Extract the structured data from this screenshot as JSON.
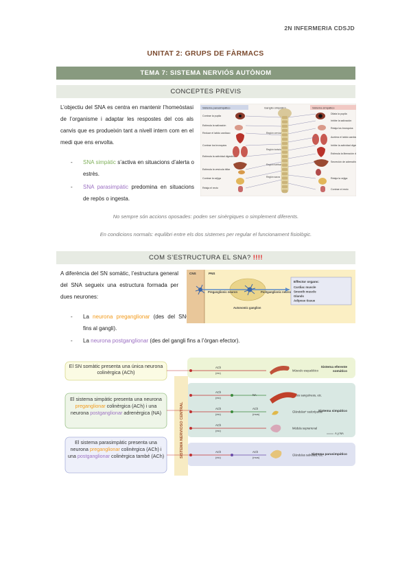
{
  "header": {
    "course": "2N INFERMERIA CDSJD"
  },
  "unit_title": "UNITAT 2: GRUPS DE FÀRMACS",
  "topic_band": "TEMA 7: SISTEMA NERVIÓS AUTÒNOM",
  "section1": {
    "title": "CONCEPTES PREVIS",
    "intro": "L’objectiu del SNA es centra en mantenir l’homeòstasi de l’organisme i adaptar les respostes del cos als canvis que es produeixin tant a nivell intern com en el medi que ens envolta.",
    "bullet1_term": "SNA simpàtic",
    "bullet1_rest": " s’activa en situacions d’alerta o estrès.",
    "bullet2_term": "SNA parasimpàtic",
    "bullet2_rest": " predomina en situacions de repòs o ingesta.",
    "note1": "No sempre són accions oposades: poden ser sinèrgiques o simplement diferents.",
    "note2": "En condicions normals: equilibri entre els dos sistemes per regular el funcionament fisiològic."
  },
  "figure1": {
    "left_title": "Sistema parasimpático",
    "mid_title": "Ganglio simpático",
    "right_title": "Sistema simpático",
    "left_labels": [
      "Contrae la pupila",
      "Estimula la salivación",
      "Reduce el latido cardíaco",
      "Contrae los bronquios",
      "Estimula la actividad digestiva",
      "Estimula la vesícula biliar",
      "Contrae la vejiga",
      "Relaja el recto"
    ],
    "right_labels": [
      "Dilata la pupila",
      "Inhibe la salivación",
      "Relaja los bronquios",
      "Acelera el latido cardíaco",
      "Inhibe la actividad digestiva",
      "Estimula la liberación de glucosa por el hígado",
      "Secreción de adrenalina y noradrenalina por el riñón",
      "Relaja la vejiga",
      "Contrae el recto"
    ],
    "mid_labels": [
      "Región cervical",
      "Región torácica",
      "Región lumbar",
      "Región sacra"
    ]
  },
  "section2": {
    "title": "COM S’ESTRUCTURA EL SNA?",
    "title_mark": " !!!!",
    "intro": "A diferència del SN somàtic, l’estructura general del SNA segueix una estructura formada per dues neurones:",
    "bullet1_a": "La ",
    "bullet1_term": "neurona preganglionar",
    "bullet1_rest": " (des del SNC fins al gangli).",
    "bullet2_a": "La ",
    "bullet2_term": "neurona postganglionar",
    "bullet2_rest": " (des del gangli fins a l’òrgan efector)."
  },
  "figure2": {
    "cns": "CNS",
    "pns": "PNS",
    "pre": "Preganglionic neuron",
    "post": "Postganglionic neuron",
    "ganglion": "Autonomic ganglion",
    "effector_title": "Effector organs:",
    "effectors": [
      "Cardiac muscle",
      "Smooth muscle",
      "Glands",
      "Adipose tissue"
    ]
  },
  "figure3": {
    "box1": "El SN somàtic presenta una única neurona colinèrgica (ACh)",
    "box2_a": "El sistema simpàtic presenta una neurona ",
    "box2_pre": "preganglionar",
    "box2_b": " colinèrgica (ACh) i una neurona ",
    "box2_post": "postganglionar",
    "box2_c": " adrenèrgica (NA)",
    "box3_a": "El sistema parasimpàtic presenta una neurona ",
    "box3_pre": "preganglionar",
    "box3_b": " colinèrgica (ACh) i una ",
    "box3_post": "postganglionar",
    "box3_c": " colinèrgica també (ACh)",
    "cns_label": "SISTEMA NERVIOSO CENTRAL",
    "rows": [
      {
        "a": "ACh",
        "b": "(nic)",
        "c": "",
        "d": "",
        "target": "Músculo esquelético",
        "system": "Sistema eferente somático"
      },
      {
        "a": "ACh",
        "b": "(nic)",
        "c": "NA",
        "d": "",
        "target": "Vasos sanguíneos, etc.",
        "system": ""
      },
      {
        "a": "ACh",
        "b": "(nic)",
        "c": "ACh",
        "d": "(mus)",
        "target": "Glándulas* sudoríparas",
        "system": "Sistema simpático"
      },
      {
        "a": "ACh",
        "b": "(nic)",
        "c": "",
        "d": "",
        "target": "Médula suprarrenal",
        "system": ""
      },
      {
        "a": "ACh",
        "b": "(nic)",
        "c": "ACh",
        "d": "(mus)",
        "target": "Glándulas salivales, etc.",
        "system": "Sistema parasimpático"
      }
    ],
    "adrenal_out": "A y NA"
  }
}
